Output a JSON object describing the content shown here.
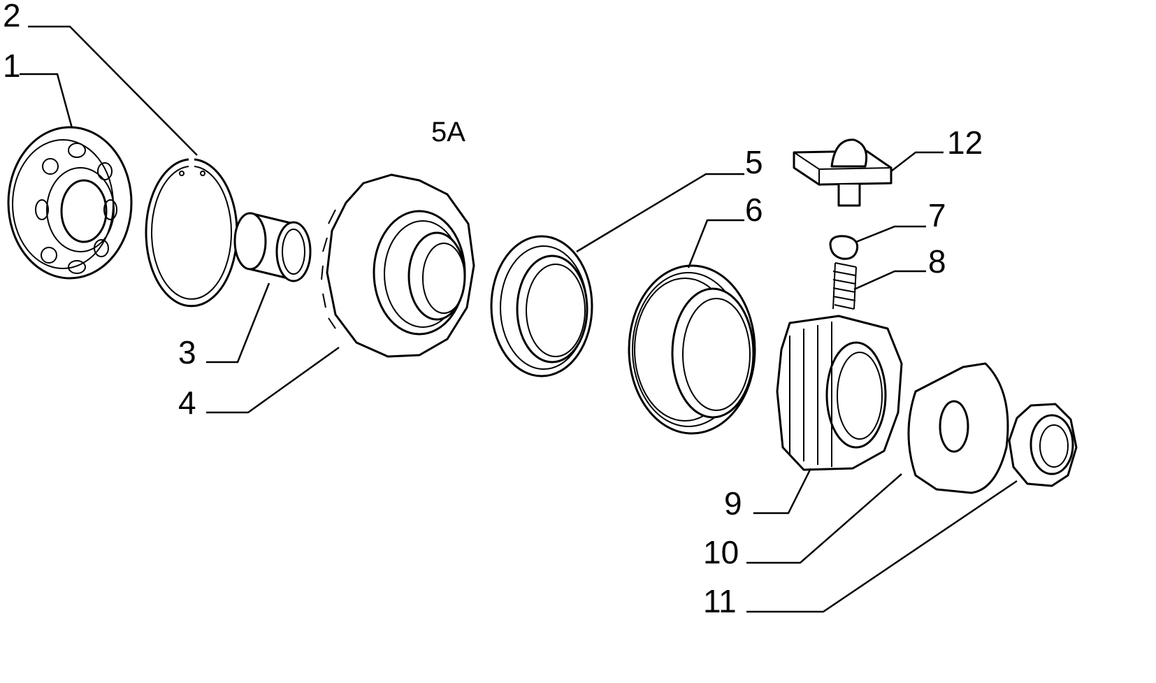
{
  "diagram": {
    "assembly_label": "5A",
    "callouts": [
      "1",
      "2",
      "3",
      "4",
      "5",
      "6",
      "7",
      "8",
      "9",
      "10",
      "11",
      "12"
    ]
  }
}
